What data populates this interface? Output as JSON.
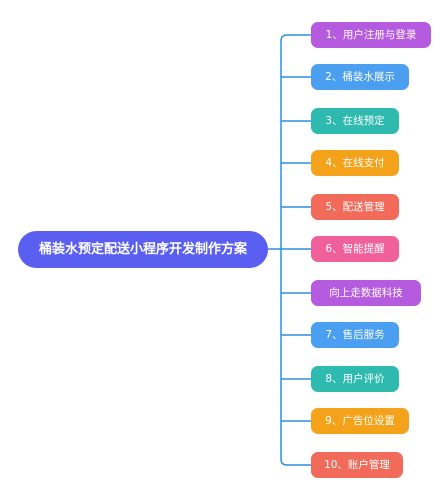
{
  "root": {
    "label": "桶装水预定配送小程序开发制作方案",
    "color": "#5b5ff1"
  },
  "connector_color": "#2b8fe0",
  "branches": [
    {
      "label": "1、用户注册与登录",
      "color": "#b45be0"
    },
    {
      "label": "2、桶装水展示",
      "color": "#4a9ff0"
    },
    {
      "label": "3、在线预定",
      "color": "#2ebaae"
    },
    {
      "label": "4、在线支付",
      "color": "#f5a21b"
    },
    {
      "label": "5、配送管理",
      "color": "#f26a5a"
    },
    {
      "label": "6、智能提醒",
      "color": "#f0609a"
    },
    {
      "label": "向上走数据科技",
      "color": "#b45be0"
    },
    {
      "label": "7、售后服务",
      "color": "#4a9ff0"
    },
    {
      "label": "8、用户评价",
      "color": "#2ebaae"
    },
    {
      "label": "9、广告位设置",
      "color": "#f5a21b"
    },
    {
      "label": "10、账户管理",
      "color": "#f26a5a"
    }
  ]
}
